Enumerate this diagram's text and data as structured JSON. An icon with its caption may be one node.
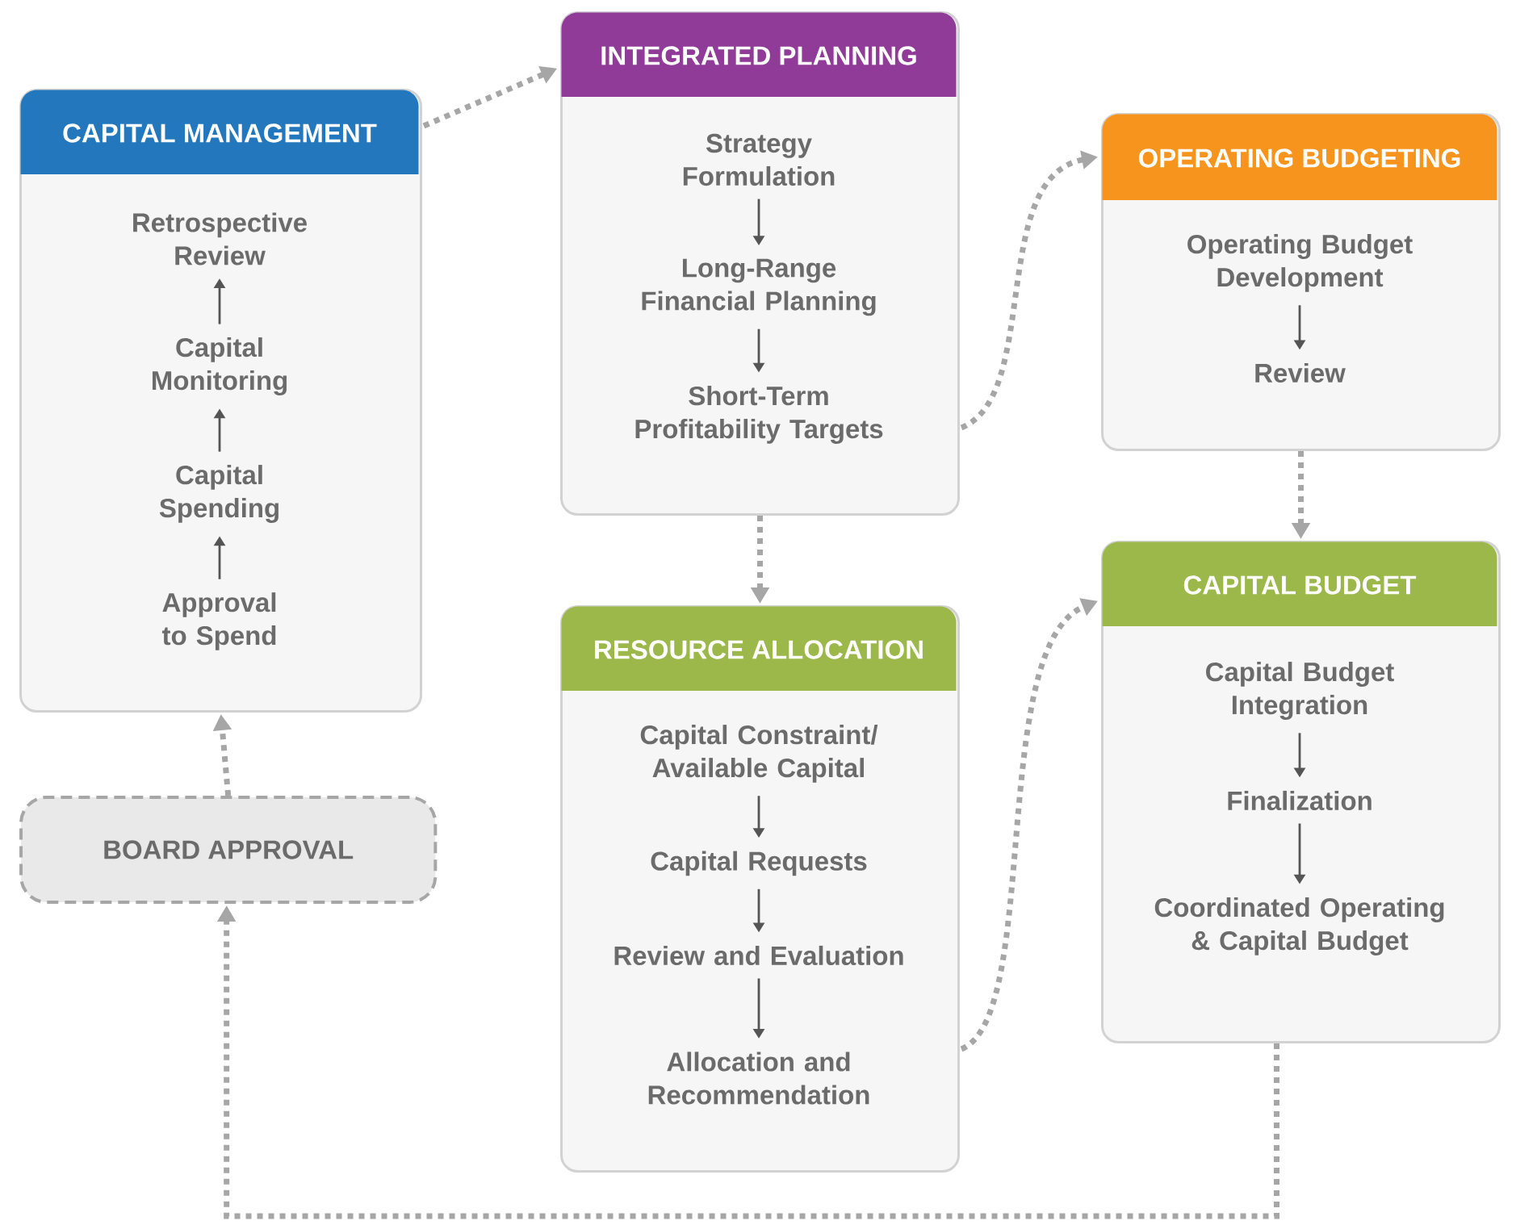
{
  "diagram": {
    "nodes": [
      {
        "text": [
          "CAPITAL MANAGEMENT"
        ]
      },
      {
        "text": [
          "Retrospective Review"
        ],
        "in": 0
      },
      {
        "text": [
          "Capital Monitoring"
        ],
        "in": 0
      },
      {
        "text": [
          "Capital Spending"
        ],
        "in": 0
      },
      {
        "text": [
          "Approval to Spend"
        ],
        "in": 0
      },
      {
        "text": [
          "INTEGRATED PLANNING"
        ]
      },
      {
        "text": [
          "Strategy Formulation"
        ],
        "in": 5
      },
      {
        "text": [
          "Long-Range Financial Planning"
        ],
        "in": 5
      },
      {
        "text": [
          "Short-Term Profitability Targets"
        ],
        "in": 5
      },
      {
        "text": [
          "OPERATING BUDGETING"
        ]
      },
      {
        "text": [
          "Operating Budget Development"
        ],
        "in": 9
      },
      {
        "text": [
          "Review"
        ],
        "in": 9
      },
      {
        "text": [
          "RESOURCE ALLOCATION"
        ]
      },
      {
        "text": [
          "Capital Constraint/ Available Capital"
        ],
        "in": 12
      },
      {
        "text": [
          "Capital Requests"
        ],
        "in": 12
      },
      {
        "text": [
          "Review and Evaluation"
        ],
        "in": 12
      },
      {
        "text": [
          "Allocation and Recommendation"
        ],
        "in": 12
      },
      {
        "text": [
          "CAPITAL BUDGET"
        ]
      },
      {
        "text": [
          "Capital Budget Integration"
        ],
        "in": 17
      },
      {
        "text": [
          "Finalization"
        ],
        "in": 17
      },
      {
        "text": [
          "Coordinated Operating & Capital Budget"
        ],
        "in": 17
      },
      {
        "text": [
          "BOARD APPROVAL"
        ]
      }
    ],
    "edges": [
      {
        "from": 4,
        "to": 3,
        "arrow": "to"
      },
      {
        "from": 3,
        "to": 2,
        "arrow": "to"
      },
      {
        "from": 2,
        "to": 1,
        "arrow": "to"
      },
      {
        "from": 6,
        "to": 7,
        "arrow": "to"
      },
      {
        "from": 7,
        "to": 8,
        "arrow": "to"
      },
      {
        "from": 10,
        "to": 11,
        "arrow": "to"
      },
      {
        "from": 13,
        "to": 14,
        "arrow": "to"
      },
      {
        "from": 14,
        "to": 15,
        "arrow": "to"
      },
      {
        "from": 15,
        "to": 16,
        "arrow": "to"
      },
      {
        "from": 18,
        "to": 19,
        "arrow": "to"
      },
      {
        "from": 19,
        "to": 20,
        "arrow": "to"
      },
      {
        "from": 0,
        "to": 5,
        "arrow": "to",
        "style": "dashed",
        "color": "#a6a6a6"
      },
      {
        "from": 5,
        "to": 12,
        "arrow": "to",
        "style": "dashed",
        "color": "#a6a6a6"
      },
      {
        "from": 5,
        "to": 9,
        "arrow": "to",
        "style": "dashed",
        "color": "#a6a6a6"
      },
      {
        "from": 9,
        "to": 17,
        "arrow": "to",
        "style": "dashed",
        "color": "#a6a6a6"
      },
      {
        "from": 12,
        "to": 17,
        "arrow": "to",
        "style": "dashed",
        "color": "#a6a6a6"
      },
      {
        "from": 17,
        "to": 21,
        "arrow": "to",
        "style": "dashed",
        "color": "#a6a6a6"
      },
      {
        "from": 21,
        "to": 0,
        "arrow": "to",
        "style": "dashed",
        "color": "#a6a6a6"
      }
    ]
  }
}
